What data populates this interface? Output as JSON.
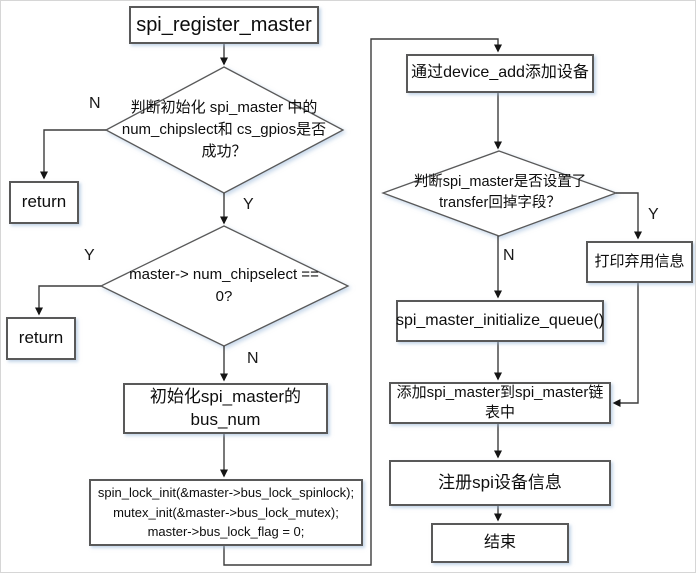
{
  "flowchart": {
    "nodes": {
      "start": "spi_register_master",
      "decision_init": "判断初始化 spi_master 中的num_chipslect和 cs_gpios是否成功？",
      "return_top": "return",
      "decision_num_chipselect": "master-> num_chipselect == 0?",
      "return_mid": "return",
      "init_bus_num": "初始化spi_master的bus_num",
      "lock_init_code": "spin_lock_init(&master->bus_lock_spinlock);\nmutex_init(&master->bus_lock_mutex);\nmaster->bus_lock_flag = 0;",
      "device_add": "通过device_add添加设备",
      "decision_transfer": "判断spi_master是否设置了 transfer回掉字段？",
      "print_deprecated": "打印弃用信息",
      "initialize_queue": "spi_master_initialize_queue()",
      "add_to_master_list": "添加spi_master到spi_master链表中",
      "register_spi_device": "注册spi设备信息",
      "end": "结束"
    },
    "edge_labels": {
      "decision_init_no": "N",
      "decision_init_yes": "Y",
      "decision_num_yes": "Y",
      "decision_num_no": "N",
      "decision_transfer_yes": "Y",
      "decision_transfer_no": "N"
    },
    "colors": {
      "box_border": "#595959",
      "connector_line": "#3d3d3d",
      "shadow": "#96b4d7",
      "text": "#0d0d0d",
      "background": "#ffffff"
    }
  }
}
